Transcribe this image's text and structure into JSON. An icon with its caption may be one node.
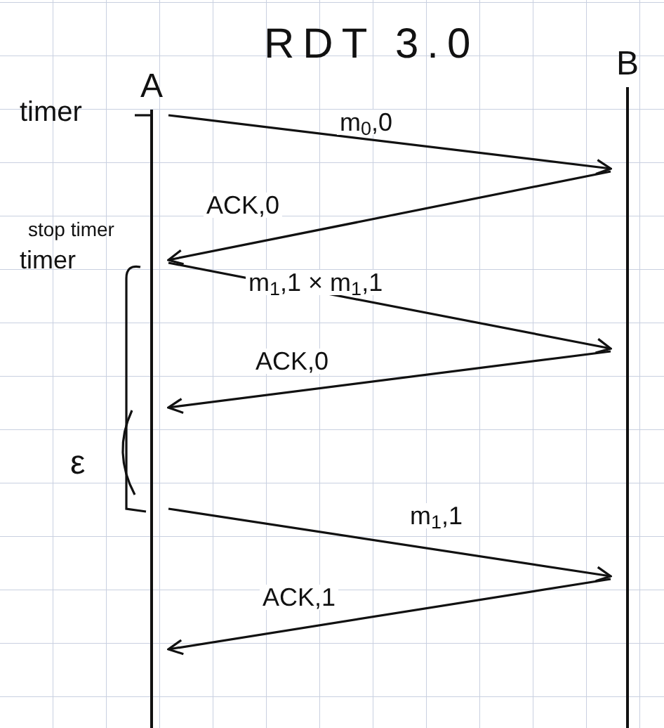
{
  "diagram": {
    "title": "RDT 3.0",
    "nodes": [
      {
        "text": [
          "A"
        ]
      },
      {
        "text": [
          "B"
        ]
      }
    ],
    "edges": [
      {
        "from": 0,
        "to": 1,
        "arrow": "to",
        "label": "m$_{0}$,0"
      },
      {
        "from": 1,
        "to": 0,
        "arrow": "to",
        "label": "ACK,0"
      },
      {
        "from": 0,
        "to": 1,
        "arrow": "to",
        "label": "m$_{1}$,1 × m$_{1}$,1"
      },
      {
        "from": 1,
        "to": 0,
        "arrow": "to",
        "label": "ACK,0"
      },
      {
        "from": 0,
        "to": 1,
        "arrow": "to",
        "label": "m$_{1}$,1"
      },
      {
        "from": 1,
        "to": 0,
        "arrow": "to",
        "label": "ACK,1"
      }
    ],
    "labels": [
      "timer",
      "stop timer",
      "timer",
      "ε"
    ]
  }
}
